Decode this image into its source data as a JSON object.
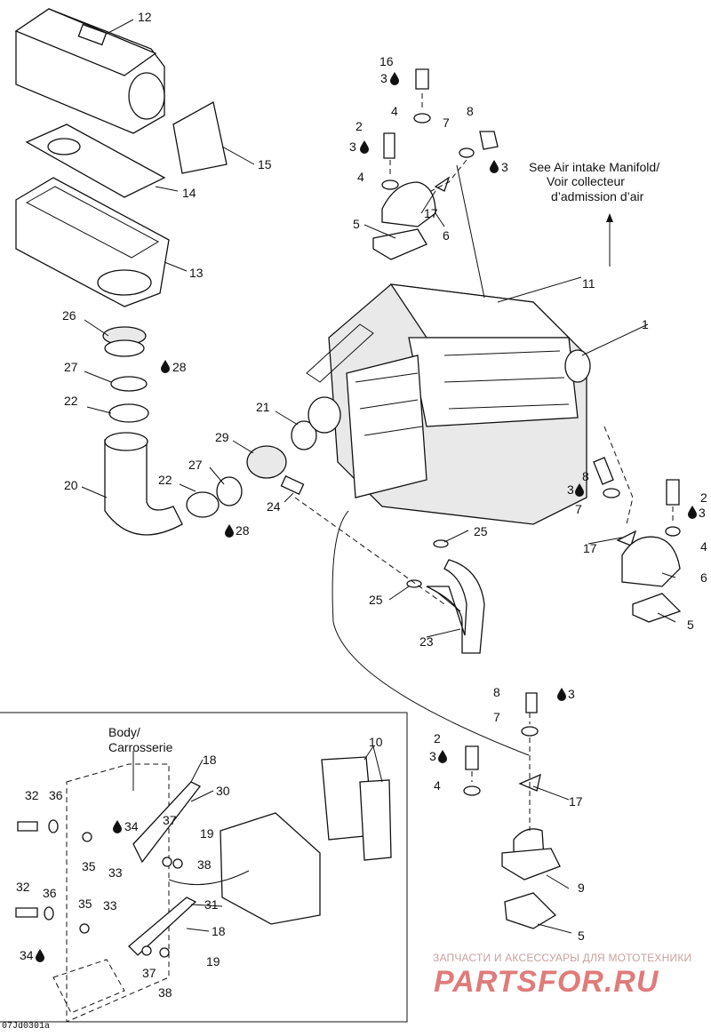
{
  "notes": {
    "manifold_line1": "See Air intake Manifold/",
    "manifold_line2": "Voir collecteur",
    "manifold_line3": "d’admission d’air",
    "body_line1": "Body/",
    "body_line2": "Carrosserie"
  },
  "callouts": {
    "c1": "1",
    "c2a": "2",
    "c2b": "2",
    "c2c": "2",
    "c3a": "3",
    "c3b": "3",
    "c3c": "3",
    "c3d": "3",
    "c3e": "3",
    "c3f": "3",
    "c4a": "4",
    "c4b": "4",
    "c4c": "4",
    "c4d": "4",
    "c5a": "5",
    "c5b": "5",
    "c5c": "5",
    "c6a": "6",
    "c6b": "6",
    "c7a": "7",
    "c7b": "7",
    "c7c": "7",
    "c8a": "8",
    "c8b": "8",
    "c8c": "8",
    "c9": "9",
    "c10": "10",
    "c11": "11",
    "c12": "12",
    "c13": "13",
    "c14": "14",
    "c15": "15",
    "c16": "16",
    "c17a": "17",
    "c17b": "17",
    "c17c": "17",
    "c18a": "18",
    "c18b": "18",
    "c19a": "19",
    "c19b": "19",
    "c20": "20",
    "c21": "21",
    "c22a": "22",
    "c22b": "22",
    "c23": "23",
    "c24": "24",
    "c25a": "25",
    "c25b": "25",
    "c26": "26",
    "c27a": "27",
    "c27b": "27",
    "c28a": "28",
    "c28b": "28",
    "c29": "29",
    "c30": "30",
    "c31": "31",
    "c32a": "32",
    "c32b": "32",
    "c33a": "33",
    "c33b": "33",
    "c34a": "34",
    "c34b": "34",
    "c35a": "35",
    "c35b": "35",
    "c36a": "36",
    "c36b": "36",
    "c37a": "37",
    "c37b": "37",
    "c38a": "38",
    "c38b": "38"
  },
  "icons": {
    "drop": "oil-drop-icon"
  },
  "watermark": {
    "tagline": "ЗАПЧАСТИ И АКСЕССУАРЫ ДЛЯ МОТОТЕХНИКИ",
    "logo": "PARTSFOR.RU"
  },
  "diagram_code": "07Jd0301a",
  "colors": {
    "line": "#111111",
    "watermark_tagline": "#c8a0a0",
    "watermark_logo": "#e07b7b"
  }
}
